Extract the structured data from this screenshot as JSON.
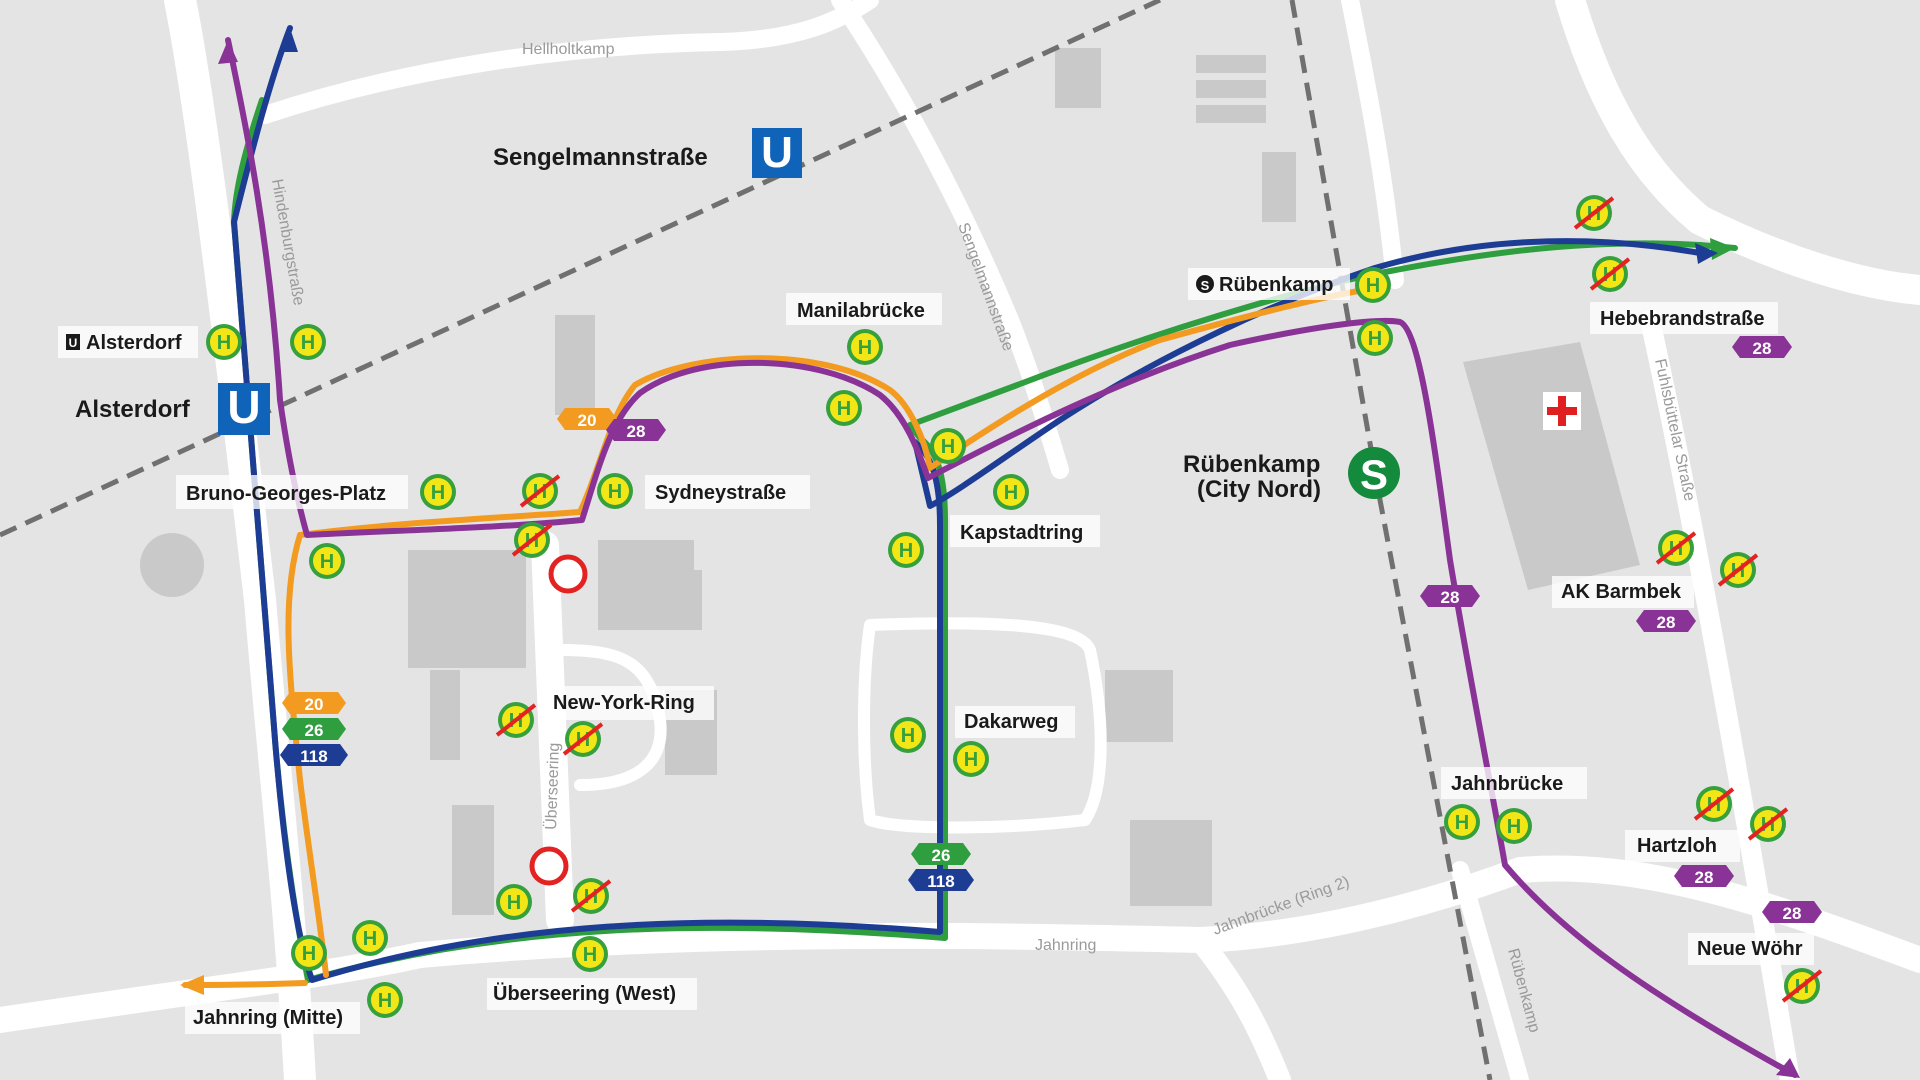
{
  "colors": {
    "background": "#e4e4e4",
    "road": "#ffffff",
    "building": "#c9c9c9",
    "rail": "#707070",
    "line_20": "#f39a21",
    "line_26": "#2e9e3f",
    "line_118": "#1d3c94",
    "line_28": "#8a3396",
    "stop_fill": "#f2e617",
    "stop_ring": "#35a03c",
    "u_bahn": "#0f63b8",
    "s_bahn": "#148a3c",
    "hospital": "#e02020"
  },
  "stations": {
    "sengelmann": "Sengelmannstraße",
    "alsterdorf": "Alsterdorf",
    "ruebenkamp_line1": "Rübenkamp",
    "ruebenkamp_line2": "(City Nord)"
  },
  "station_icons": {
    "u": "U",
    "s": "S"
  },
  "stop_symbol": "H",
  "stop_labels": {
    "alsterdorf": "Alsterdorf",
    "ruebenkamp": "Rübenkamp",
    "manilabruecke": "Manilabrücke",
    "hebebrand": "Hebebrandstraße",
    "bruno": "Bruno-Georges-Platz",
    "sydney": "Sydneystraße",
    "kapstadt": "Kapstadtring",
    "ak_barmbek": "AK Barmbek",
    "newyork": "New-York-Ring",
    "dakar": "Dakarweg",
    "jahnbruecke": "Jahnbrücke",
    "hartzloh": "Hartzloh",
    "neuewoehr": "Neue Wöhr",
    "jahnring_mitte": "Jahnring (Mitte)",
    "ueberseering_west": "Überseering (West)"
  },
  "streets": {
    "hellholtkamp": "Hellholtkamp",
    "hindenburg": "Hindenburgstraße",
    "sengelmann": "Sengelmannstraße",
    "fuhlsbuettler": "Fuhlsbüttelar Straße",
    "ueberseering": "Überseering",
    "jahnring": "Jahnring",
    "jahnbruecke_ring2": "Jahnbrücke (Ring 2)",
    "ruebenkamp": "Rübenkamp"
  },
  "routes": {
    "r20": "20",
    "r26": "26",
    "r118": "118",
    "r28": "28"
  }
}
